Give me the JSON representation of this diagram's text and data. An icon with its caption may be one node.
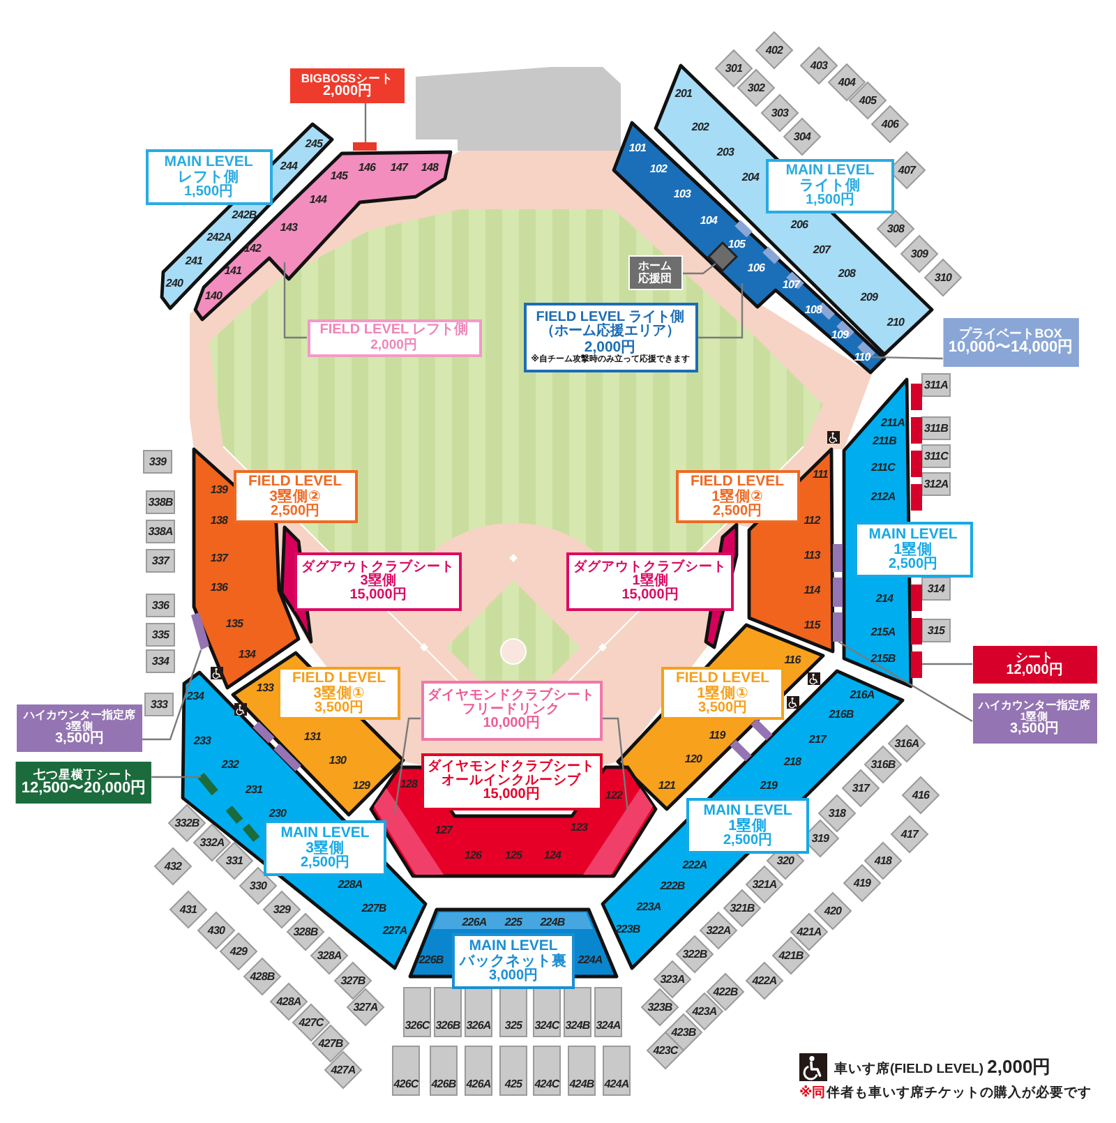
{
  "diagram": {
    "nodes": [
      {
        "text": [
          "BIGBOSSシート",
          "2,000円"
        ]
      },
      {
        "text": [],
        "shape": "bar"
      },
      {
        "text": [
          "MAIN LEVEL",
          "レフト側",
          "1,500円"
        ]
      },
      {
        "text": [
          "MAIN LEVEL",
          "ライト側",
          "1,500円"
        ]
      },
      {
        "text": [],
        "shape": "box"
      },
      {
        "text": [],
        "shape": "box"
      },
      {
        "text": [
          "ホーム",
          "応援団"
        ]
      },
      {
        "text": [],
        "shape": "diamond",
        "in": 5
      },
      {
        "text": [],
        "shape": "bar",
        "in": 5
      },
      {
        "text": [],
        "shape": "bar",
        "in": 5
      },
      {
        "text": [],
        "shape": "bar",
        "in": 5
      },
      {
        "text": [],
        "shape": "bar",
        "in": 5
      },
      {
        "text": [],
        "shape": "bar",
        "in": 5
      },
      {
        "text": [],
        "shape": "bar",
        "in": 5
      },
      {
        "text": [
          "FIELD LEVEL ライト側",
          "（ホーム応援エリア）",
          "2,000円",
          "※自チーム攻撃時のみ立って応援できます"
        ]
      },
      {
        "text": [
          "FIELD LEVEL レフト側",
          "2,000円"
        ]
      },
      {
        "text": [
          "プライベートBOX",
          "10,000〜14,000円"
        ]
      },
      {
        "text": [],
        "shape": "bar"
      },
      {
        "text": [
          "FIELD LEVEL",
          "3塁側②",
          "2,500円"
        ]
      },
      {
        "text": [
          "FIELD LEVEL",
          "1塁側②",
          "2,500円"
        ]
      },
      {
        "text": [
          "MAIN LEVEL",
          "1塁側",
          "2,500円"
        ]
      },
      {
        "text": [],
        "shape": "bar"
      },
      {
        "text": [],
        "shape": "bar"
      },
      {
        "text": [
          "ダグアウトクラブシート",
          "3塁側",
          "15,000円"
        ]
      },
      {
        "text": [
          "ダグアウトクラブシート",
          "1塁側",
          "15,000円"
        ]
      },
      {
        "text": [],
        "shape": "bar"
      },
      {
        "text": [],
        "shape": "bar"
      },
      {
        "text": [
          "シート",
          "12,000円"
        ]
      },
      {
        "text": [],
        "shape": "bar"
      },
      {
        "text": [
          "FIELD LEVEL",
          "3塁側①",
          "3,500円"
        ]
      },
      {
        "text": [
          "FIELD LEVEL",
          "1塁側①",
          "3,500円"
        ]
      },
      {
        "text": [
          "ダイヤモンドクラブシート",
          "フリードリンク",
          "10,000円"
        ]
      },
      {
        "text": [
          "ハイカウンター指定席",
          "1塁側",
          "3,500円"
        ]
      },
      {
        "text": [
          "ハイカウンター指定席",
          "3塁側",
          "3,500円"
        ]
      },
      {
        "text": [],
        "shape": "bar"
      },
      {
        "text": [],
        "shape": "bar"
      },
      {
        "text": [],
        "shape": "bar"
      },
      {
        "text": [],
        "shape": "bar"
      },
      {
        "text": [
          "ダイヤモンドクラブシート",
          "オールインクルーシブ",
          "15,000円"
        ]
      },
      {
        "text": [
          "七つ星横丁シート",
          "12,500〜20,000円"
        ]
      },
      {
        "text": [],
        "shape": "bar"
      },
      {
        "text": [],
        "shape": "bar"
      },
      {
        "text": [],
        "shape": "bar"
      },
      {
        "text": [],
        "shape": "bar"
      },
      {
        "text": [],
        "shape": "bar"
      },
      {
        "text": [
          "MAIN LEVEL",
          "1塁側",
          "2,500円"
        ]
      },
      {
        "text": [
          "MAIN LEVEL",
          "3塁側",
          "2,500円"
        ]
      },
      {
        "text": [
          "MAIN LEVEL",
          "バックネット裏",
          "3,000円"
        ]
      }
    ],
    "edges": [
      {
        "from": 0,
        "to": 1,
        "arrow": "none"
      },
      {
        "from": 15,
        "to": 4,
        "arrow": "none"
      },
      {
        "from": 6,
        "to": 7,
        "arrow": "none"
      },
      {
        "from": 14,
        "to": 5,
        "arrow": "none"
      },
      {
        "from": 16,
        "to": 13,
        "arrow": "none"
      },
      {
        "from": 27,
        "to": 28,
        "arrow": "none"
      },
      {
        "from": 32,
        "to": 25,
        "arrow": "none"
      },
      {
        "from": 33,
        "to": 26,
        "arrow": "none"
      },
      {
        "from": 39,
        "to": 40,
        "arrow": "none"
      },
      {
        "from": 31,
        "to": 41,
        "arrow": "none"
      },
      {
        "from": 31,
        "to": 42,
        "arrow": "none"
      }
    ],
    "labels": [
      "402",
      "301",
      "403",
      "404",
      "302",
      "201",
      "405",
      "303",
      "406",
      "202",
      "304",
      "245",
      "101",
      "203",
      "244",
      "146",
      "147",
      "148",
      "102",
      "407",
      "145",
      "204",
      "103",
      "144",
      "242B",
      "104",
      "206",
      "143",
      "308",
      "242A",
      "105",
      "142",
      "207",
      "309",
      "241",
      "106",
      "141",
      "208",
      "310",
      "240",
      "107",
      "140",
      "209",
      "108",
      "210",
      "109",
      "110",
      "311A",
      "211A",
      "311B",
      "211B",
      "311C",
      "211C",
      "339",
      "111",
      "312A",
      "139",
      "212A",
      "338B",
      "138",
      "112",
      "338A",
      "113",
      "137",
      "337",
      "136",
      "314",
      "114",
      "214",
      "336",
      "135",
      "115",
      "315",
      "215A",
      "335",
      "134",
      "116",
      "334",
      "215B",
      "133",
      "216A",
      "234",
      "333",
      "216B",
      "119",
      "131",
      "217",
      "233",
      "316A",
      "130",
      "120",
      "218",
      "232",
      "316B",
      "128",
      "129",
      "121",
      "219",
      "317",
      "231",
      "122",
      "416",
      "230",
      "318",
      "332B",
      "123",
      "127",
      "332A",
      "417",
      "319",
      "126",
      "125",
      "124",
      "320",
      "222A",
      "331",
      "418",
      "432",
      "222B",
      "419",
      "228A",
      "321A",
      "330",
      "223A",
      "227B",
      "321B",
      "329",
      "431",
      "420",
      "226A",
      "225",
      "224B",
      "223B",
      "227A",
      "430",
      "322A",
      "328B",
      "421A",
      "429",
      "322B",
      "328A",
      "421B",
      "226B",
      "224A",
      "428B",
      "323A",
      "327B",
      "422A",
      "422B",
      "428A",
      "327A",
      "323B",
      "423A",
      "427C",
      "326C",
      "326B",
      "326A",
      "325",
      "324C",
      "324B",
      "324A",
      "423B",
      "427B",
      "423C",
      "427A",
      "426C",
      "426B",
      "426A",
      "425",
      "424C",
      "424B",
      "424A",
      "※同伴者も車いす席チケットの購入が必要です"
    ],
    "legend": [
      {
        "text": "車いす席(FIELD LEVEL) **2,000円**"
      }
    ]
  }
}
